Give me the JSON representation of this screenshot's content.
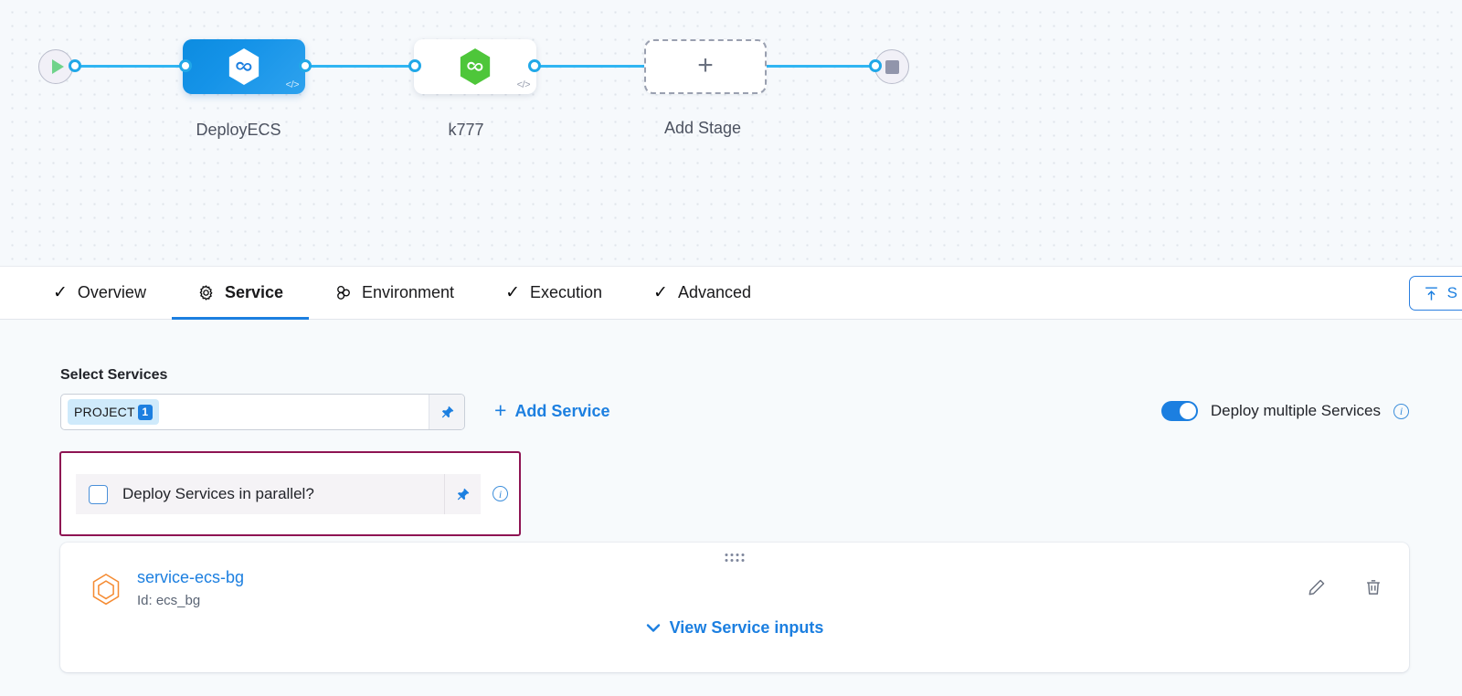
{
  "pipeline": {
    "start_node": {
      "name": "pipeline-start",
      "icon": "play-icon"
    },
    "end_node": {
      "name": "pipeline-end",
      "icon": "stop-icon"
    },
    "stages": [
      {
        "label": "DeployECS",
        "type": "primary",
        "icon": "harness-hexagon-icon",
        "badge": "</>"
      },
      {
        "label": "k777",
        "type": "plain",
        "icon": "harness-hexagon-green-icon",
        "badge": "</>"
      },
      {
        "label": "Add Stage",
        "type": "add",
        "icon": "plus-icon",
        "plus": "+"
      }
    ]
  },
  "tabs": [
    {
      "label": "Overview",
      "icon": "check-icon",
      "glyph": "✓",
      "active": false
    },
    {
      "label": "Service",
      "icon": "gear-icon",
      "glyph": "",
      "active": true
    },
    {
      "label": "Environment",
      "icon": "environment-icon",
      "glyph": "",
      "active": false
    },
    {
      "label": "Execution",
      "icon": "check-icon",
      "glyph": "✓",
      "active": false
    },
    {
      "label": "Advanced",
      "icon": "check-icon",
      "glyph": "✓",
      "active": false
    }
  ],
  "toolbar": {
    "save_as_template_label": "S",
    "save_as_template_icon": "upload-template-icon"
  },
  "service_section": {
    "select_services_label": "Select Services",
    "selected_chip": {
      "label": "PROJECT",
      "count": "1"
    },
    "input_pin_icon": "pin-icon",
    "add_service_label": "Add Service",
    "add_service_plus": "+",
    "deploy_multiple": {
      "label": "Deploy multiple Services",
      "enabled": true,
      "info_icon": "info-icon"
    },
    "parallel": {
      "label": "Deploy Services in parallel?",
      "checked": false,
      "pin_icon": "pin-icon",
      "info_icon": "info-icon",
      "highlight_color": "#8e1453"
    },
    "service_card": {
      "drag_handle_icon": "drag-handle-icon",
      "service_icon": "service-cube-icon",
      "name": "service-ecs-bg",
      "id_text": "Id: ecs_bg",
      "view_inputs_label": "View Service inputs",
      "chevron_icon": "chevron-down-icon",
      "edit_icon": "pencil-icon",
      "delete_icon": "trash-icon"
    }
  },
  "colors": {
    "accent_blue": "#1c7fe0",
    "wire_blue": "#30b5f2",
    "highlight_maroon": "#8e1453",
    "service_orange": "#f58b32",
    "stage_green": "#4ec63a"
  }
}
